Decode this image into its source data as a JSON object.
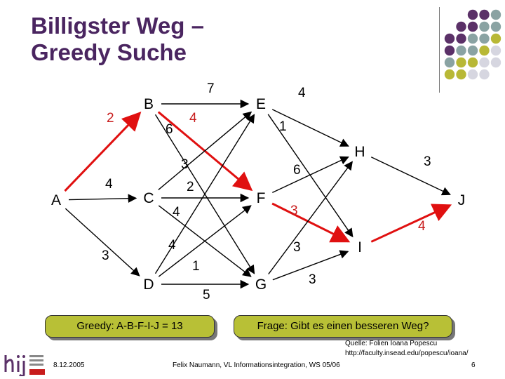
{
  "title": {
    "line1": "Billigster Weg –",
    "line2": "Greedy Suche"
  },
  "graph": {
    "nodes": {
      "A": "A",
      "B": "B",
      "C": "C",
      "D": "D",
      "E": "E",
      "F": "F",
      "G": "G",
      "H": "H",
      "I": "I",
      "J": "J"
    },
    "edges": [
      {
        "from": "A",
        "to": "B",
        "weight": "2",
        "greedy": true
      },
      {
        "from": "A",
        "to": "C",
        "weight": "4",
        "greedy": false
      },
      {
        "from": "A",
        "to": "D",
        "weight": "3",
        "greedy": false
      },
      {
        "from": "B",
        "to": "E",
        "weight": "7",
        "greedy": false
      },
      {
        "from": "B",
        "to": "F",
        "weight": "4",
        "greedy": true
      },
      {
        "from": "B",
        "to": "G",
        "weight": "6",
        "greedy": false
      },
      {
        "from": "C",
        "to": "E",
        "weight": "3",
        "greedy": false
      },
      {
        "from": "C",
        "to": "F",
        "weight": "2",
        "greedy": false
      },
      {
        "from": "C",
        "to": "G",
        "weight": "4",
        "greedy": false
      },
      {
        "from": "D",
        "to": "E",
        "weight": "4",
        "greedy": false
      },
      {
        "from": "D",
        "to": "F",
        "weight": "1",
        "greedy": false
      },
      {
        "from": "D",
        "to": "G",
        "weight": "5",
        "greedy": false
      },
      {
        "from": "E",
        "to": "H",
        "weight": "1",
        "greedy": false
      },
      {
        "from": "E",
        "to": "I",
        "weight": "4",
        "greedy": false
      },
      {
        "from": "F",
        "to": "H",
        "weight": "6",
        "greedy": false
      },
      {
        "from": "F",
        "to": "I",
        "weight": "3",
        "greedy": true
      },
      {
        "from": "G",
        "to": "H",
        "weight": "3",
        "greedy": false
      },
      {
        "from": "G",
        "to": "I",
        "weight": "3",
        "greedy": false
      },
      {
        "from": "H",
        "to": "J",
        "weight": "3",
        "greedy": false
      },
      {
        "from": "I",
        "to": "J",
        "weight": "4",
        "greedy": true
      }
    ],
    "edge_color": "#000000",
    "greedy_color": "#e01010"
  },
  "boxes": {
    "greedy": "Greedy: A-B-F-I-J = 13",
    "question": "Frage: Gibt es einen besseren Weg?",
    "fill": "#b8c036"
  },
  "footer": {
    "date": "8.12.2005",
    "author": "Felix Naumann, VL Informationsintegration, WS 05/06",
    "source_line1": "Quelle: Folien Ioana Popescu",
    "source_line2": "http://faculty.insead.edu/popescu/ioana/",
    "page": "6"
  },
  "decor": {
    "dot_colors": [
      "#5b3168",
      "#8aa3a3",
      "#b8b836",
      "#d6d6e0"
    ]
  }
}
